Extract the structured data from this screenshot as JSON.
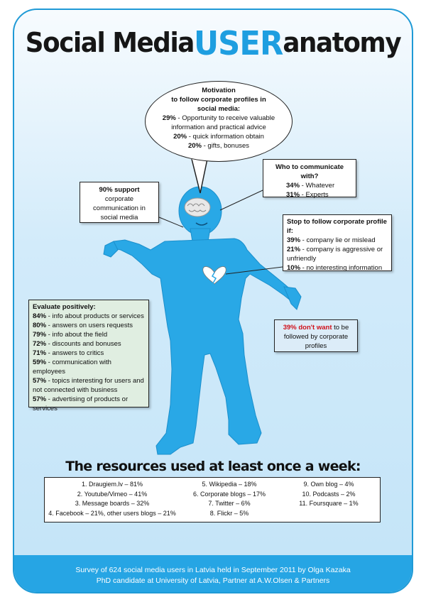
{
  "title": {
    "part1": "Social Media",
    "part2": "USER",
    "part3": "anatomy"
  },
  "colors": {
    "accent": "#1e9ee0",
    "frame": "#1f9ad6",
    "figure": "#29a8e6",
    "highlight": "#d0101a",
    "green_box": "#e0eee1"
  },
  "motivation": {
    "heading1": "Motivation",
    "heading2": "to follow corporate profiles in",
    "heading3": "social media:",
    "items": [
      {
        "pct": "29%",
        "text": " - Opportunity to receive valuable information and practical advice"
      },
      {
        "pct": "20%",
        "text": " - quick information obtain"
      },
      {
        "pct": "20%",
        "text": " - gifts, bonuses"
      }
    ]
  },
  "who": {
    "heading": "Who to communicate with?",
    "items": [
      {
        "pct": "34%",
        "text": " - Whatever"
      },
      {
        "pct": "31%",
        "text": " - Experts"
      }
    ]
  },
  "support": {
    "bold": "90% support",
    "text": " corporate communication in social media"
  },
  "stop": {
    "heading": "Stop to follow corporate profile if:",
    "items": [
      {
        "pct": "39%",
        "text": " - company lie or mislead"
      },
      {
        "pct": "21%",
        "text": " - company is aggressive or unfriendly"
      },
      {
        "pct": "10%",
        "text": " - no interesting information"
      }
    ]
  },
  "evaluate": {
    "heading": "Evaluate positively:",
    "items": [
      {
        "pct": "84%",
        "text": " - info about products or services"
      },
      {
        "pct": "80%",
        "text": " - answers on users requests"
      },
      {
        "pct": "79%",
        "text": " - info about the field"
      },
      {
        "pct": "72%",
        "text": " - discounts and bonuses"
      },
      {
        "pct": "71%",
        "text": " - answers to critics"
      },
      {
        "pct": "59%",
        "text": " - communication with employees"
      },
      {
        "pct": "57%",
        "text": " - topics interesting for users and not connected with business"
      },
      {
        "pct": "57%",
        "text": " - advertising of products or services"
      }
    ]
  },
  "dontwant": {
    "highlight": "39% don't want",
    "text": " to be followed by corporate profiles"
  },
  "resources": {
    "title": "The resources used at least once a week:",
    "col1": [
      "1. Draugiem.lv – 81%",
      "2. Youtube/Vimeo – 41%",
      "3. Message boards – 32%",
      "4. Facebook – 21%, other users blogs – 21%"
    ],
    "col2": [
      "5. Wikipedia – 18%",
      "6. Corporate blogs – 17%",
      "7. Twitter – 6%",
      "8. Flickr – 5%"
    ],
    "col3": [
      "9. Own blog – 4%",
      "10. Podcasts – 2%",
      "11. Foursquare – 1%"
    ]
  },
  "footer": {
    "line1": "Survey of 624 social media users in Latvia held in September 2011 by Olga Kazaka",
    "line2": "PhD candidate at University of Latvia, Partner at A.W.Olsen & Partners"
  }
}
